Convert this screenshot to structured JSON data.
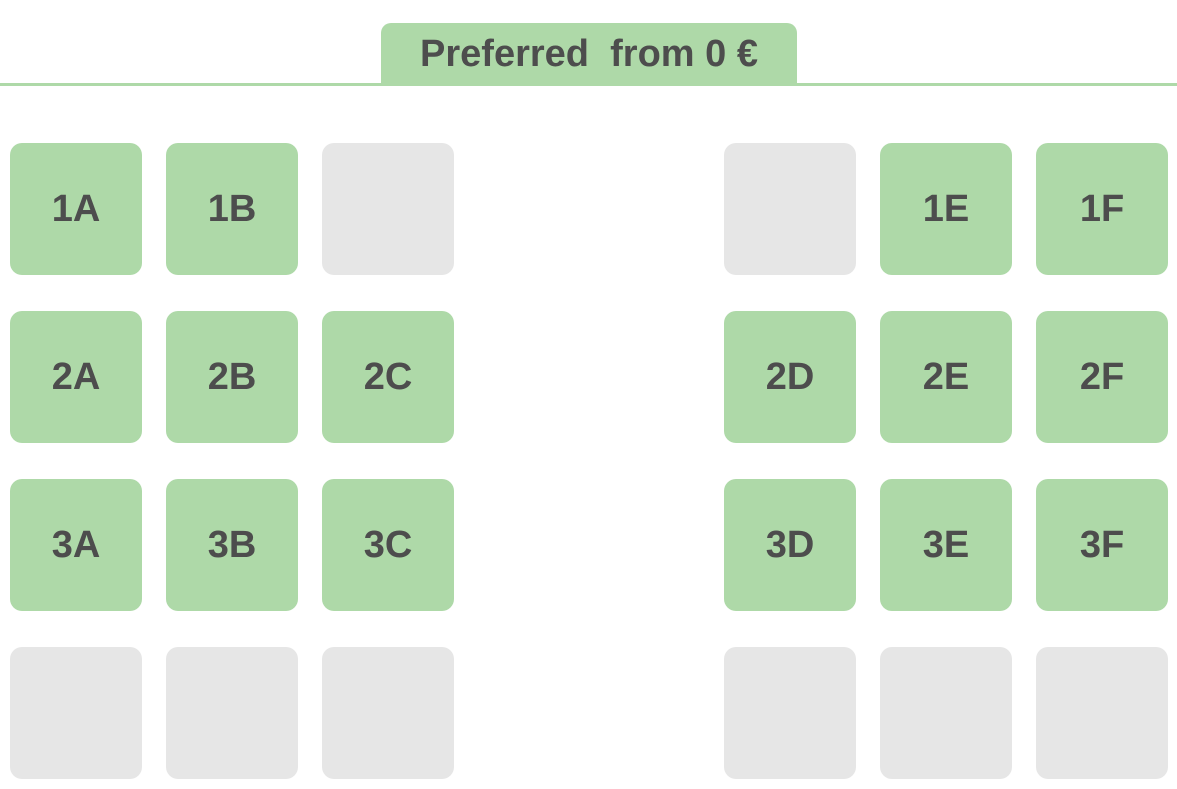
{
  "section": {
    "label": "Preferred  from 0 €",
    "color": "#aed9a8"
  },
  "colors": {
    "available": "#aed9a8",
    "unavailable": "#e6e6e6",
    "text": "#4d4d4d"
  },
  "rows": [
    {
      "seats": [
        {
          "label": "1A",
          "status": "available"
        },
        {
          "label": "1B",
          "status": "available"
        },
        {
          "label": "",
          "status": "unavailable"
        },
        {
          "label": "",
          "status": "unavailable"
        },
        {
          "label": "1E",
          "status": "available"
        },
        {
          "label": "1F",
          "status": "available"
        }
      ]
    },
    {
      "seats": [
        {
          "label": "2A",
          "status": "available"
        },
        {
          "label": "2B",
          "status": "available"
        },
        {
          "label": "2C",
          "status": "available"
        },
        {
          "label": "2D",
          "status": "available"
        },
        {
          "label": "2E",
          "status": "available"
        },
        {
          "label": "2F",
          "status": "available"
        }
      ]
    },
    {
      "seats": [
        {
          "label": "3A",
          "status": "available"
        },
        {
          "label": "3B",
          "status": "available"
        },
        {
          "label": "3C",
          "status": "available"
        },
        {
          "label": "3D",
          "status": "available"
        },
        {
          "label": "3E",
          "status": "available"
        },
        {
          "label": "3F",
          "status": "available"
        }
      ]
    },
    {
      "seats": [
        {
          "label": "",
          "status": "unavailable"
        },
        {
          "label": "",
          "status": "unavailable"
        },
        {
          "label": "",
          "status": "unavailable"
        },
        {
          "label": "",
          "status": "unavailable"
        },
        {
          "label": "",
          "status": "unavailable"
        },
        {
          "label": "",
          "status": "unavailable"
        }
      ]
    }
  ]
}
